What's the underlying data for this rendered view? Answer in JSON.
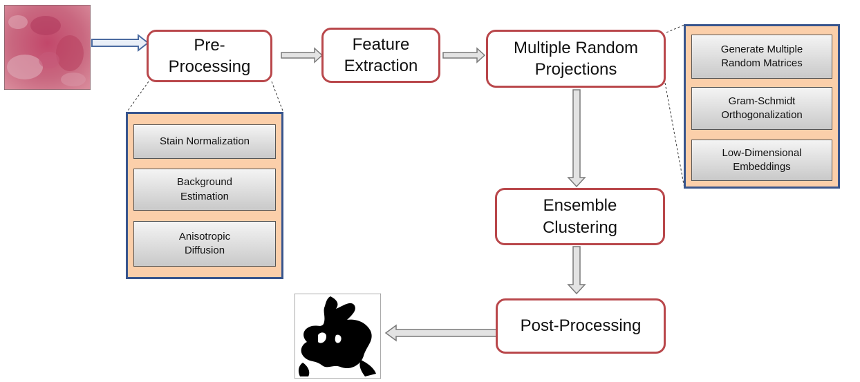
{
  "nodes": {
    "preprocessing": [
      "Pre-",
      "Processing"
    ],
    "feature_extraction": [
      "Feature",
      "Extraction"
    ],
    "random_projections": [
      "Multiple Random",
      "Projections"
    ],
    "ensemble_clustering": [
      "Ensemble",
      "Clustering"
    ],
    "postprocessing": [
      "Post-Processing"
    ]
  },
  "preprocessing_steps": [
    [
      "Stain Normalization"
    ],
    [
      "Background",
      "Estimation"
    ],
    [
      "Anisotropic",
      "Diffusion"
    ]
  ],
  "projection_steps": [
    [
      "Generate Multiple",
      "Random Matrices"
    ],
    [
      "Gram-Schmidt",
      "Orthogonalization"
    ],
    [
      "Low-Dimensional",
      "Embeddings"
    ]
  ],
  "colors": {
    "node_border": "#b9474b",
    "panel_fill": "#fbcfaa",
    "panel_border": "#38558d",
    "input_arrow": "#4a6aa0",
    "flow_arrow_fill": "#e3e3e3",
    "tissue": "#c04a66"
  },
  "images": {
    "input": "histology-tissue-image",
    "output": "segmentation-mask-image"
  }
}
